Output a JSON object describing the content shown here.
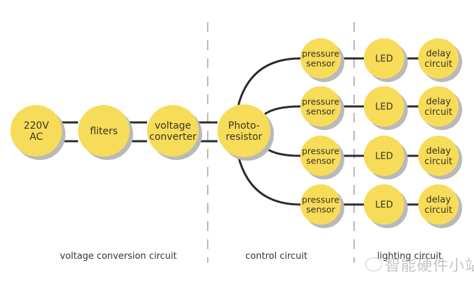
{
  "diagram": {
    "colors": {
      "node_fill": "#F7DC5A",
      "node_shadow": "#B9B9B9",
      "wire": "#2b2b2b",
      "divider": "#9a9a9a"
    },
    "power_chain": [
      {
        "id": "ac",
        "lines": [
          "220V",
          "AC"
        ]
      },
      {
        "id": "filters",
        "lines": [
          "fliters"
        ]
      },
      {
        "id": "converter",
        "lines": [
          "voltage",
          "converter"
        ]
      }
    ],
    "controller": {
      "id": "photoresistor",
      "lines": [
        "Photo-",
        "resistor"
      ]
    },
    "branches": [
      {
        "sensor": [
          "pressure",
          "sensor"
        ],
        "led": [
          "LED"
        ],
        "delay": [
          "delay",
          "circuit"
        ]
      },
      {
        "sensor": [
          "pressure",
          "sensor"
        ],
        "led": [
          "LED"
        ],
        "delay": [
          "delay",
          "circuit"
        ]
      },
      {
        "sensor": [
          "pressure",
          "sensor"
        ],
        "led": [
          "LED"
        ],
        "delay": [
          "delay",
          "circuit"
        ]
      },
      {
        "sensor": [
          "pressure",
          "sensor"
        ],
        "led": [
          "LED"
        ],
        "delay": [
          "delay",
          "circuit"
        ]
      }
    ],
    "section_labels": {
      "voltage": "voltage conversion circuit",
      "control": "control circuit",
      "lighting": "lighting circuit"
    },
    "watermark": "智能硬件小站"
  }
}
